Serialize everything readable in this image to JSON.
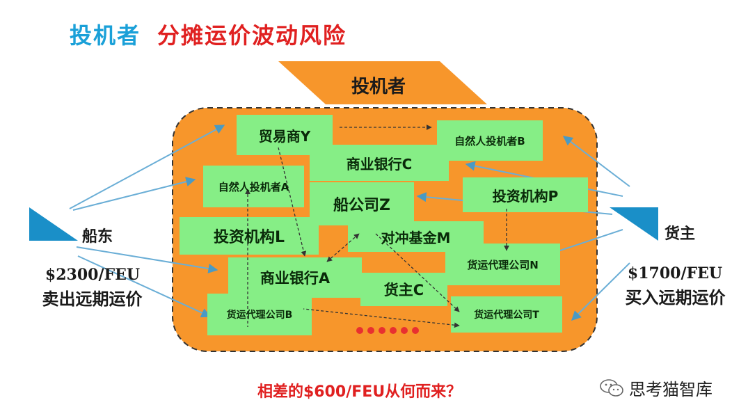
{
  "title": {
    "part1": "投机者",
    "part2": "分摊运价波动风险"
  },
  "speculator_banner": "投机者",
  "participants": [
    {
      "id": "trader-y",
      "label": "贸易商Y"
    },
    {
      "id": "natural-person-b",
      "label": "自然人投机者B"
    },
    {
      "id": "commercial-bank-c",
      "label": "商业银行C"
    },
    {
      "id": "natural-person-a",
      "label": "自然人投机者A"
    },
    {
      "id": "shipping-company-z",
      "label": "船公司Z"
    },
    {
      "id": "investment-institution-p",
      "label": "投资机构P"
    },
    {
      "id": "investment-institution-l",
      "label": "投资机构L"
    },
    {
      "id": "hedge-fund-m",
      "label": "对冲基金M"
    },
    {
      "id": "freight-forwarder-n",
      "label": "货运代理公司N"
    },
    {
      "id": "commercial-bank-a",
      "label": "商业银行A"
    },
    {
      "id": "cargo-owner-c",
      "label": "货主C"
    },
    {
      "id": "freight-forwarder-b",
      "label": "货运代理公司B"
    },
    {
      "id": "freight-forwarder-t",
      "label": "货运代理公司T"
    }
  ],
  "shipowner": {
    "label": "船东",
    "price": "$2300/FEU",
    "action": "卖出远期运价"
  },
  "cargo_owner": {
    "label": "货主",
    "price": "$1700/FEU",
    "action": "买入远期运价"
  },
  "ellipsis": "••••••",
  "question": "相差的$600/FEU从何而来？",
  "brand": {
    "name": "思考猫智库",
    "icon": "wechat-icon"
  },
  "colors": {
    "orange": "#f7962b",
    "green": "#86ee86",
    "blue": "#1a8fc8",
    "title_blue": "#1aa0d8",
    "title_red": "#e02020"
  }
}
